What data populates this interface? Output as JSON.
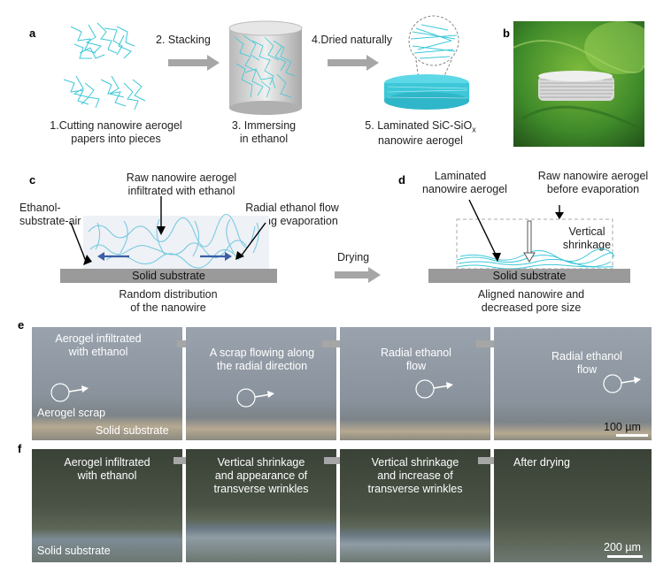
{
  "panel_labels": {
    "a": "a",
    "b": "b",
    "c": "c",
    "d": "d",
    "e": "e",
    "f": "f"
  },
  "panel_a": {
    "step2": "2. Stacking",
    "step4": "4.Dried naturally",
    "step1_line1": "1.Cutting nanowire aerogel",
    "step1_line2": "papers into pieces",
    "step3_line1": "3. Immersing",
    "step3_line2": "in ethanol",
    "step5_line1": "5. Laminated SiC-SiO",
    "step5_sub": "x",
    "step5_line2": "nanowire aerogel"
  },
  "panel_c": {
    "raw_line1": "Raw nanowire aerogel",
    "raw_line2": "infiltrated with ethanol",
    "line_line1": "Ethanol-",
    "line_line2": "substrate-air line",
    "flow_line1": "Radial ethanol flow",
    "flow_line2": "during evaporation",
    "substrate": "Solid substrate",
    "caption_line1": "Random distribution",
    "caption_line2": "of the nanowire"
  },
  "drying": "Drying",
  "panel_d": {
    "lam_line1": "Laminated",
    "lam_line2": "nanowire aerogel",
    "raw_line1": "Raw nanowire aerogel",
    "raw_line2": "before evaporation",
    "vert_line1": "Vertical",
    "vert_line2": "shrinkage",
    "substrate": "Solid substrate",
    "caption_line1": "Aligned nanowire and",
    "caption_line2": "decreased pore size"
  },
  "panel_e": {
    "f1_line1": "Aerogel  infiltrated",
    "f1_line2": "with ethanol",
    "f1_scrap": "Aerogel  scrap",
    "f1_substrate": "Solid substrate",
    "f2_line1": "A scrap flowing along",
    "f2_line2": "the radial direction",
    "f3_line1": "Radial ethanol",
    "f3_line2": "flow",
    "f4_line1": "Radial ethanol",
    "f4_line2": "flow",
    "scale": "100 µm"
  },
  "panel_f": {
    "f1_line1": "Aerogel infiltrated",
    "f1_line2": "with ethanol",
    "f1_substrate": "Solid substrate",
    "f2_line1": "Vertical shrinkage",
    "f2_line2": "and appearance of",
    "f2_line3": "transverse wrinkles",
    "f3_line1": "Vertical shrinkage",
    "f3_line2": "and increase of",
    "f3_line3": "transverse wrinkles",
    "f4_line1": "After drying",
    "scale": "200 µm"
  },
  "colors": {
    "nanowire": "#3cc8d8",
    "arrow_gray": "#a6a6a6",
    "substrate": "#9a9a9a",
    "flow_arrow": "#3b5fa8"
  }
}
